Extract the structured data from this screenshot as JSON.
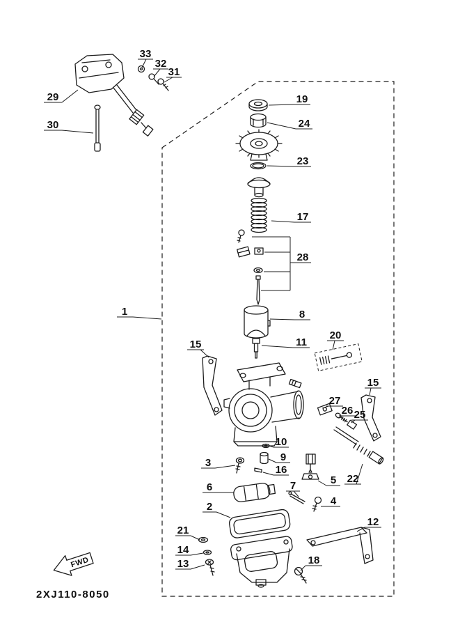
{
  "drawing": {
    "code": "2XJ110-8050",
    "fwd": "FWD"
  },
  "callouts": [
    "33",
    "32",
    "31",
    "29",
    "30",
    "19",
    "24",
    "23",
    "17",
    "28",
    "1",
    "8",
    "11",
    "20",
    "15",
    "15",
    "27",
    "26",
    "25",
    "10",
    "9",
    "3",
    "16",
    "5",
    "22",
    "6",
    "7",
    "4",
    "2",
    "12",
    "21",
    "14",
    "13",
    "18"
  ]
}
